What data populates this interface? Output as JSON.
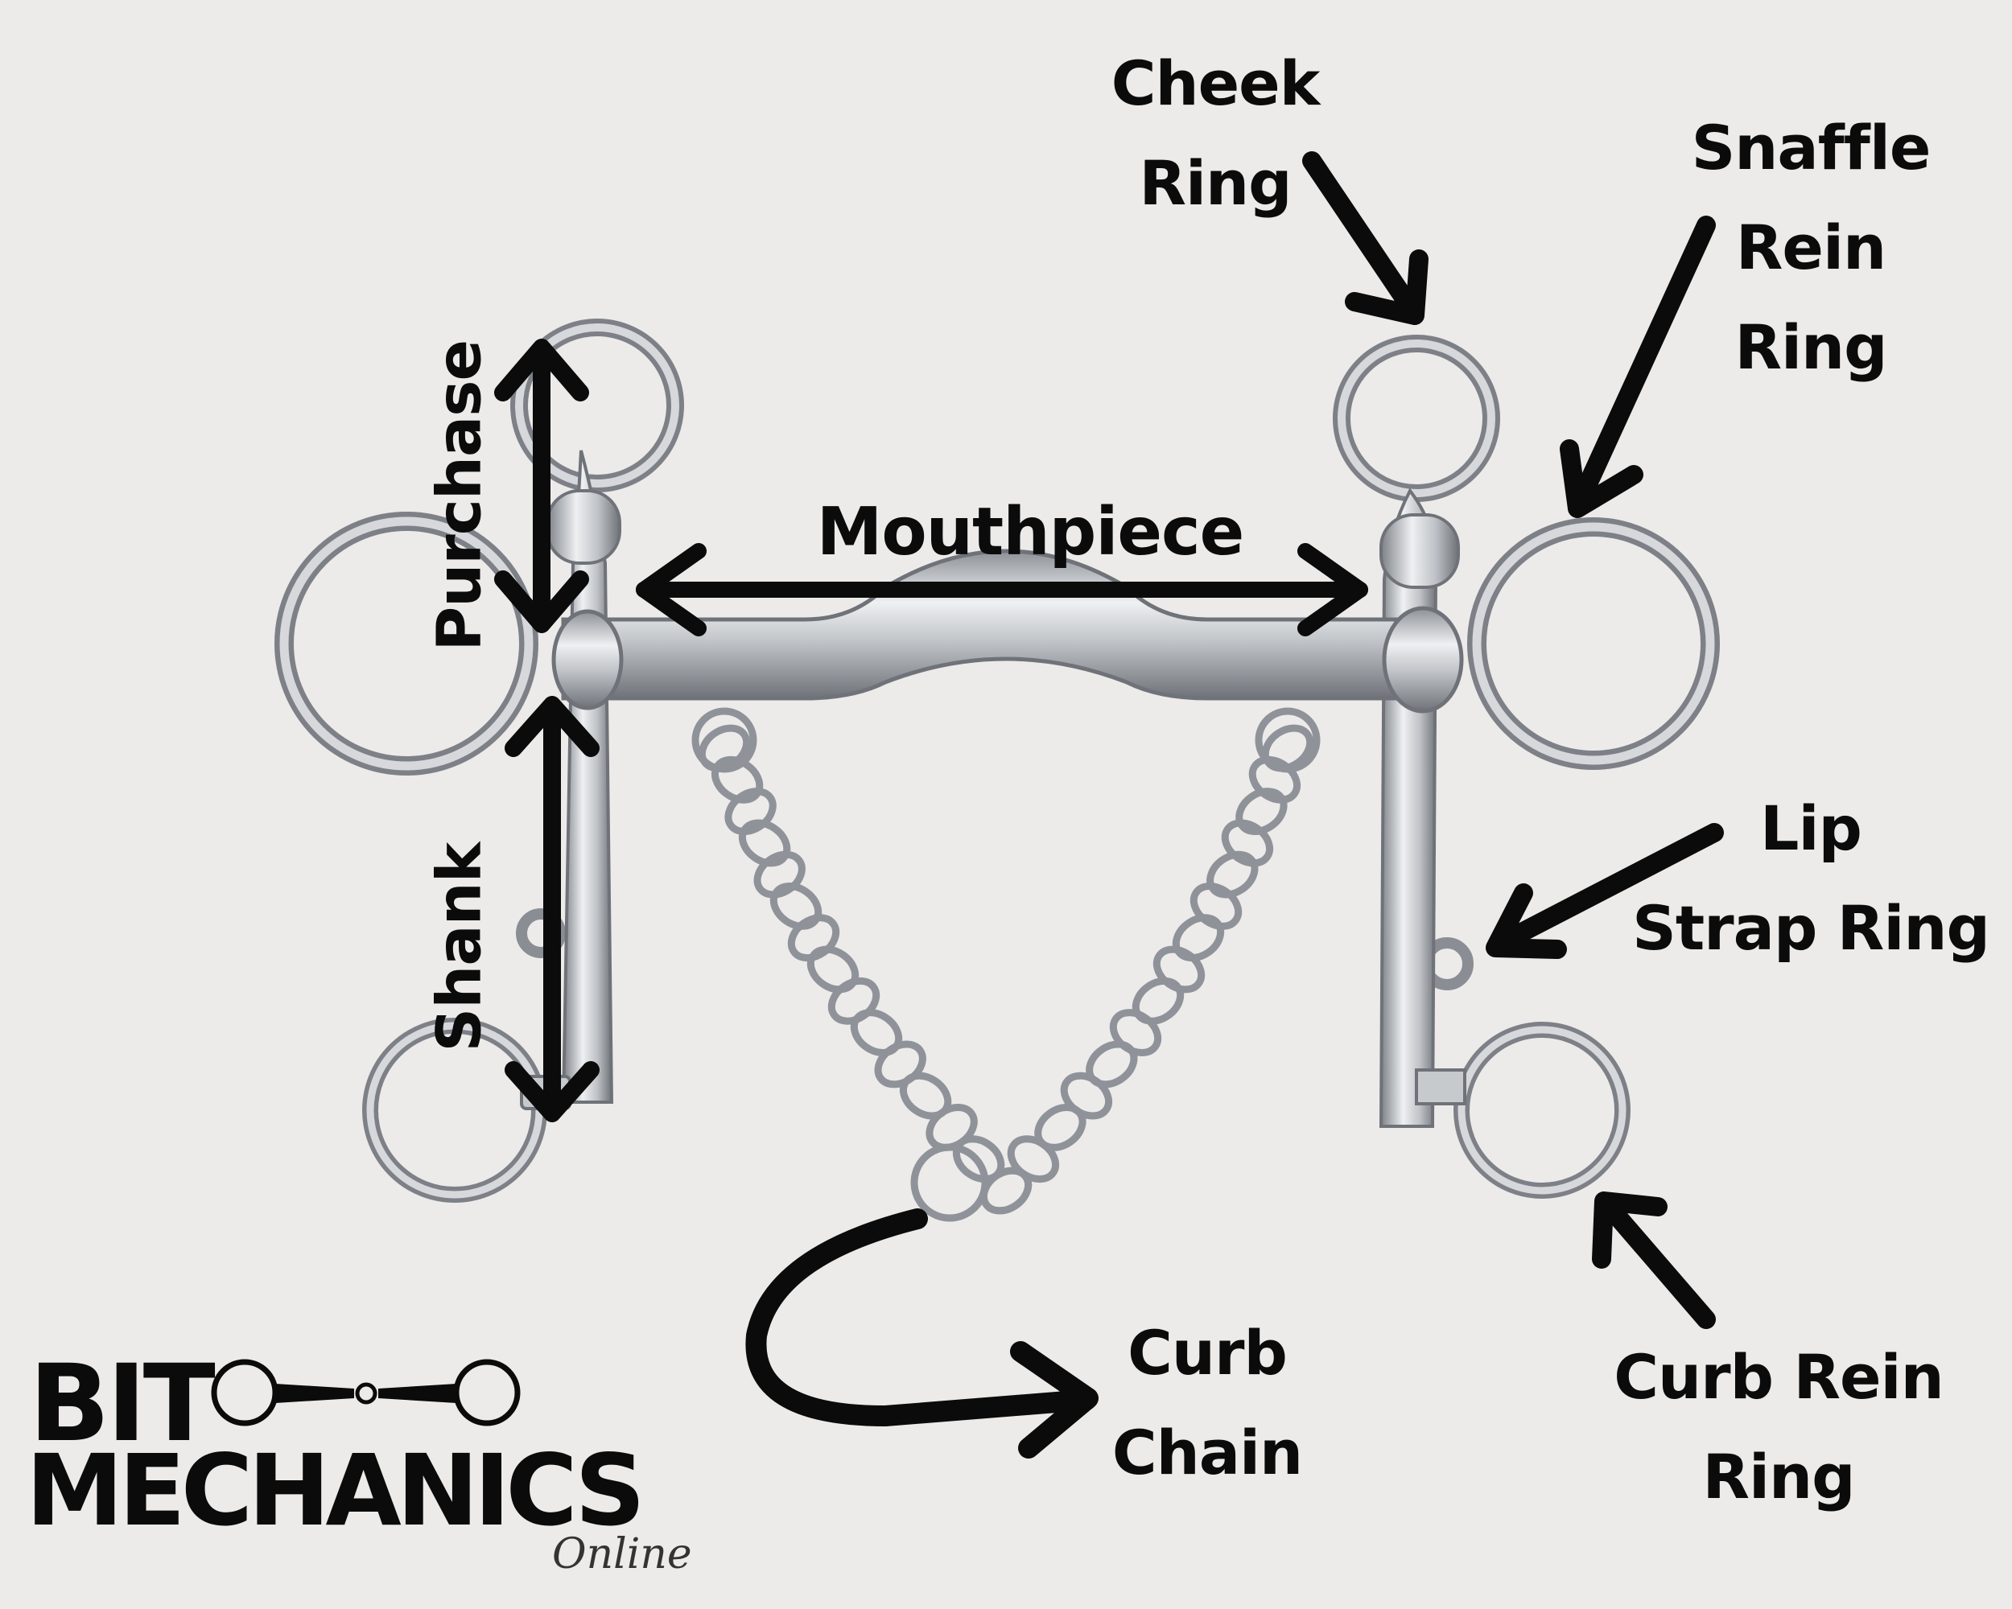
{
  "labels": {
    "cheek_ring": "Cheek\nRing",
    "snaffle_rein_ring": "Snaffle\nRein\nRing",
    "mouthpiece": "Mouthpiece",
    "lip_strap_ring": "Lip\nStrap Ring",
    "curb_chain": "Curb\nChain",
    "curb_rein_ring": "Curb Rein\nRing",
    "purchase": "Purchase",
    "shank": "Shank"
  },
  "logo": {
    "line1": "BIT",
    "line2": "MECHANICS",
    "tagline": "Online"
  },
  "colors": {
    "background": "#ecebe9",
    "text": "#0b0b0b",
    "metal": "#b9bcc0",
    "metal_dark": "#7d8187",
    "metal_light": "#eef0f2"
  },
  "icons": {
    "logo_mark": "snaffle-bit-icon"
  }
}
